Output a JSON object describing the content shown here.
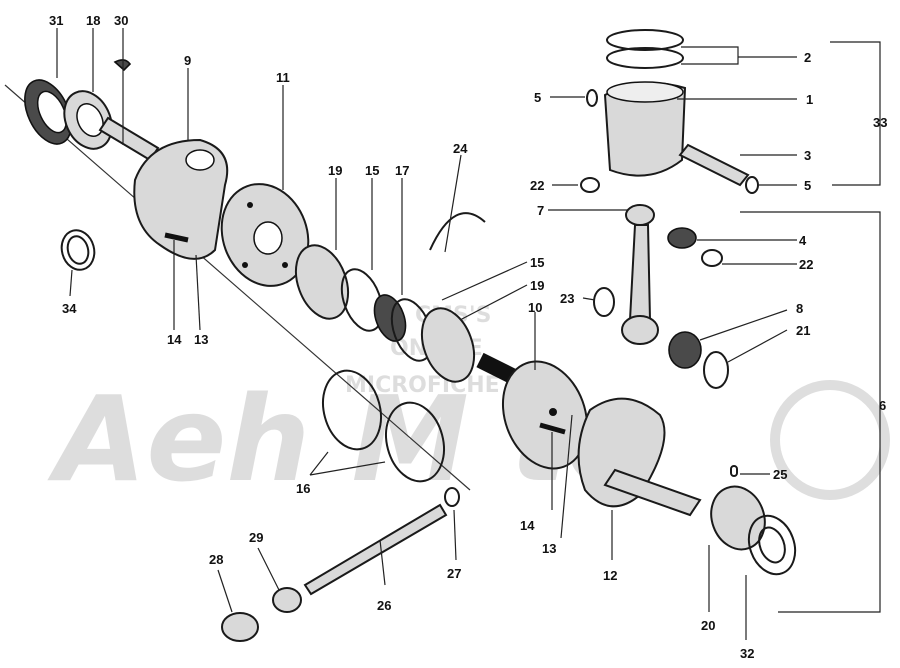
{
  "watermark": {
    "brand": "Aeh M to",
    "line1": "CMS'S",
    "line2": "ONLINE",
    "line3": "MICROFICHE"
  },
  "callouts": {
    "c1": "1",
    "c2": "2",
    "c3": "3",
    "c4": "4",
    "c5a": "5",
    "c5b": "5",
    "c6": "6",
    "c7": "7",
    "c8": "8",
    "c9": "9",
    "c10": "10",
    "c11": "11",
    "c12": "12",
    "c13a": "13",
    "c13b": "13",
    "c14a": "14",
    "c14b": "14",
    "c15a": "15",
    "c15b": "15",
    "c16": "16",
    "c17": "17",
    "c18": "18",
    "c19a": "19",
    "c19b": "19",
    "c20": "20",
    "c21": "21",
    "c22a": "22",
    "c22b": "22",
    "c23": "23",
    "c24": "24",
    "c25": "25",
    "c26": "26",
    "c27": "27",
    "c28": "28",
    "c29": "29",
    "c30": "30",
    "c31": "31",
    "c32": "32",
    "c33": "33",
    "c34": "34"
  }
}
